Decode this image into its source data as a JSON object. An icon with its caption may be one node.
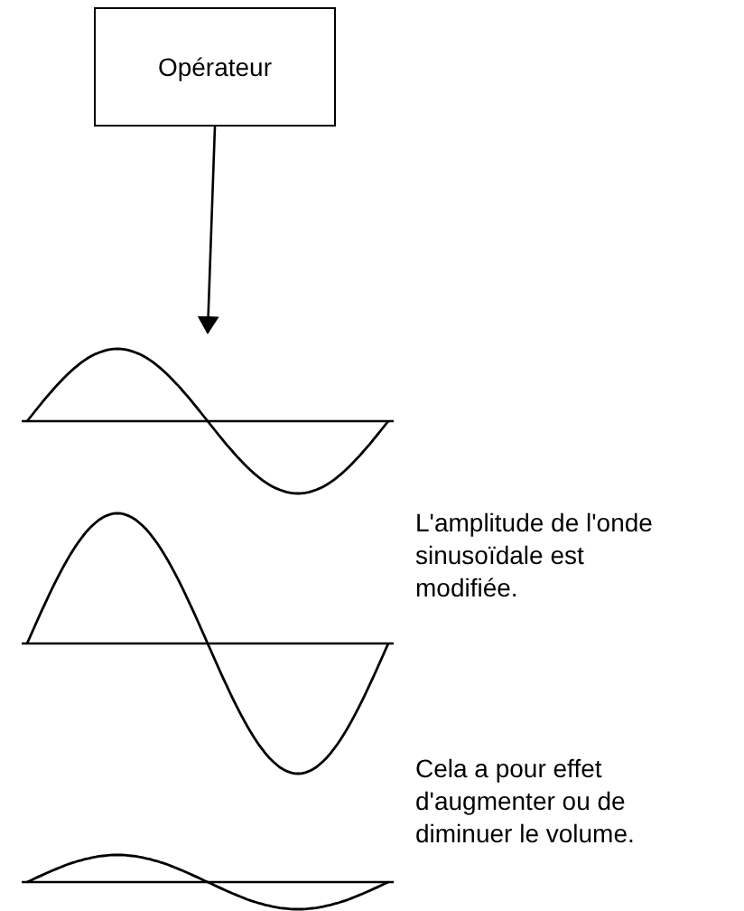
{
  "diagram": {
    "nodes": [
      {
        "text": [
          "Opérateur"
        ]
      },
      {
        "text": [],
        "shape": "picture"
      }
    ],
    "edges": [
      {
        "from": 0,
        "to": 1,
        "arrow": "to"
      }
    ],
    "labels": [
      "L'amplitude de l'onde sinusoïdale est modifiée.",
      "Cela a pour effet d'augmenter ou de diminuer le volume."
    ]
  }
}
